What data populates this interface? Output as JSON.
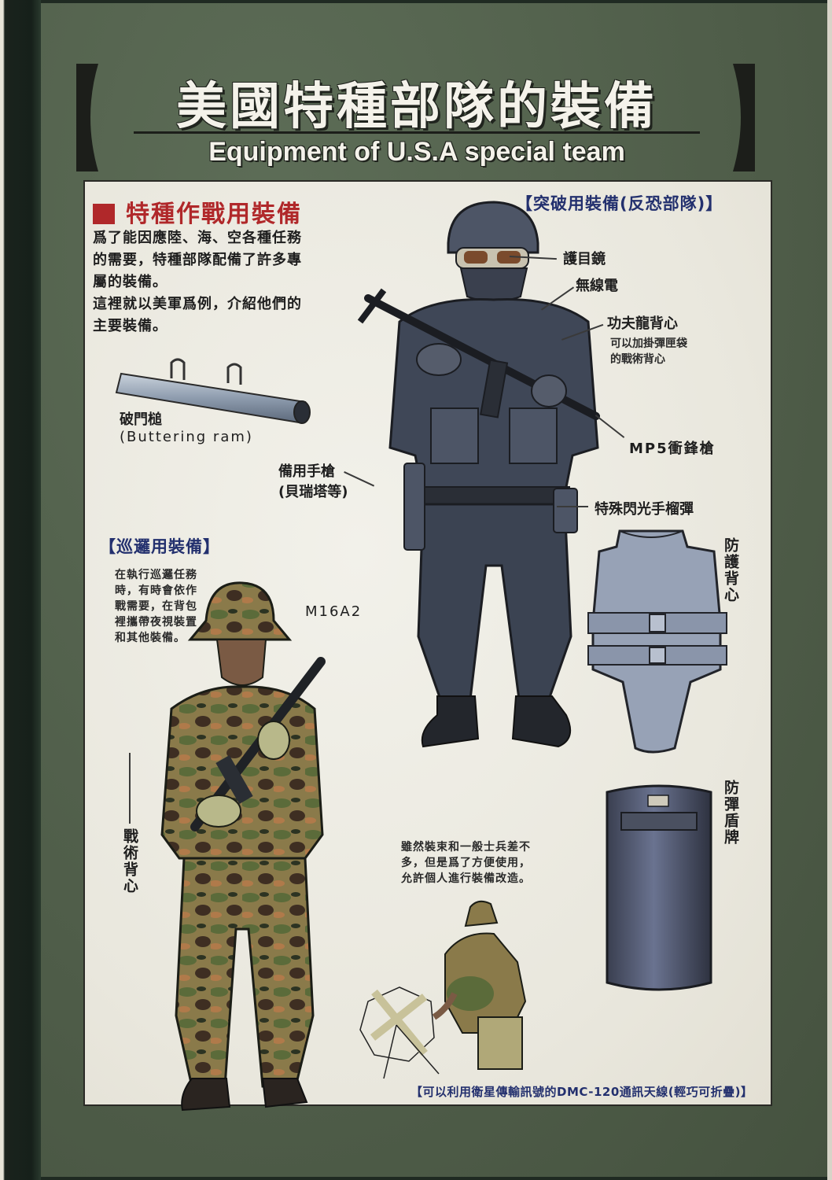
{
  "header": {
    "title_zh": "美國特種部隊的裝備",
    "title_en": "Equipment of U.S.A special team"
  },
  "section_main": {
    "heading": "特種作戰用裝備",
    "intro_lines": [
      "爲了能因應陸、海、空各種任務",
      "的需要，特種部隊配備了許多專",
      "屬的裝備。",
      "這裡就以美軍爲例，介紹他們的",
      "主要裝備。"
    ]
  },
  "battering_ram": {
    "label_zh": "破門槌",
    "label_en": "(Buttering ram)"
  },
  "breach_section": {
    "heading": "【突破用裝備(反恐部隊)】",
    "labels": {
      "goggles": "護目鏡",
      "radio": "無線電",
      "vest": "功夫龍背心",
      "vest_note_lines": [
        "可以加掛彈匣袋",
        "的戰術背心"
      ],
      "smg": "MP5衝鋒槍",
      "sidearm_lines": [
        "備用手槍",
        "(貝瑞塔等)"
      ],
      "flashbang": "特殊閃光手榴彈",
      "body_armor": "防護背心",
      "shield": "防彈盾牌"
    }
  },
  "patrol_section": {
    "heading": "【巡邏用裝備】",
    "note_lines": [
      "在執行巡邏任務",
      "時，有時會依作",
      "戰需要，在背包",
      "裡攜帶夜視裝置",
      "和其他裝備。"
    ],
    "rifle_label": "M16A2",
    "vest_label": "戰術背心"
  },
  "comms_section": {
    "note_lines": [
      "雖然裝束和一般士兵差不",
      "多，但是爲了方便使用，",
      "允許個人進行裝備改造。"
    ],
    "caption": "【可以利用衛星傳輸訊號的DMC-120通訊天線(輕巧可折疊)】"
  },
  "colors": {
    "page_green": "#55644f",
    "panel_bg": "#ecebe3",
    "accent_red": "#b0282a",
    "accent_blue": "#23306e",
    "title_white": "#f4f2ea"
  }
}
